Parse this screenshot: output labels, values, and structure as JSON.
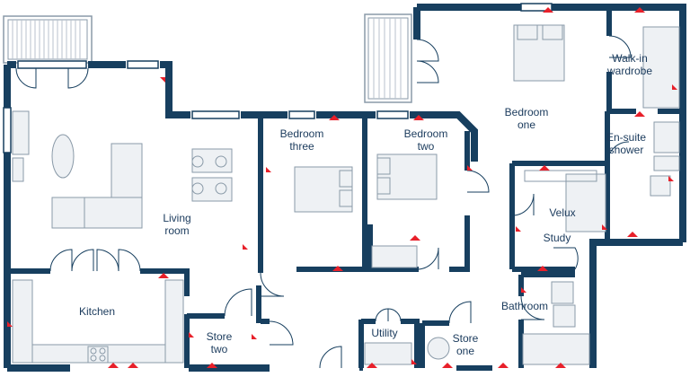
{
  "rooms": {
    "living": "Living\nroom",
    "kitchen": "Kitchen",
    "bedroom_three": "Bedroom\nthree",
    "bedroom_two": "Bedroom\ntwo",
    "bedroom_one": "Bedroom\none",
    "walk_in": "Walk-in\nwardrobe",
    "ensuite": "En-suite\nshower",
    "velux": "Velux",
    "study": "Study",
    "bathroom": "Bathroom",
    "store_two": "Store\ntwo",
    "utility": "Utility",
    "store_one": "Store\none"
  },
  "colors": {
    "wall": "#173f5f",
    "fixture": "#8a9aa8",
    "fill": "#eef1f4",
    "marker": "#e8202a",
    "text": "#1a3a5c"
  }
}
